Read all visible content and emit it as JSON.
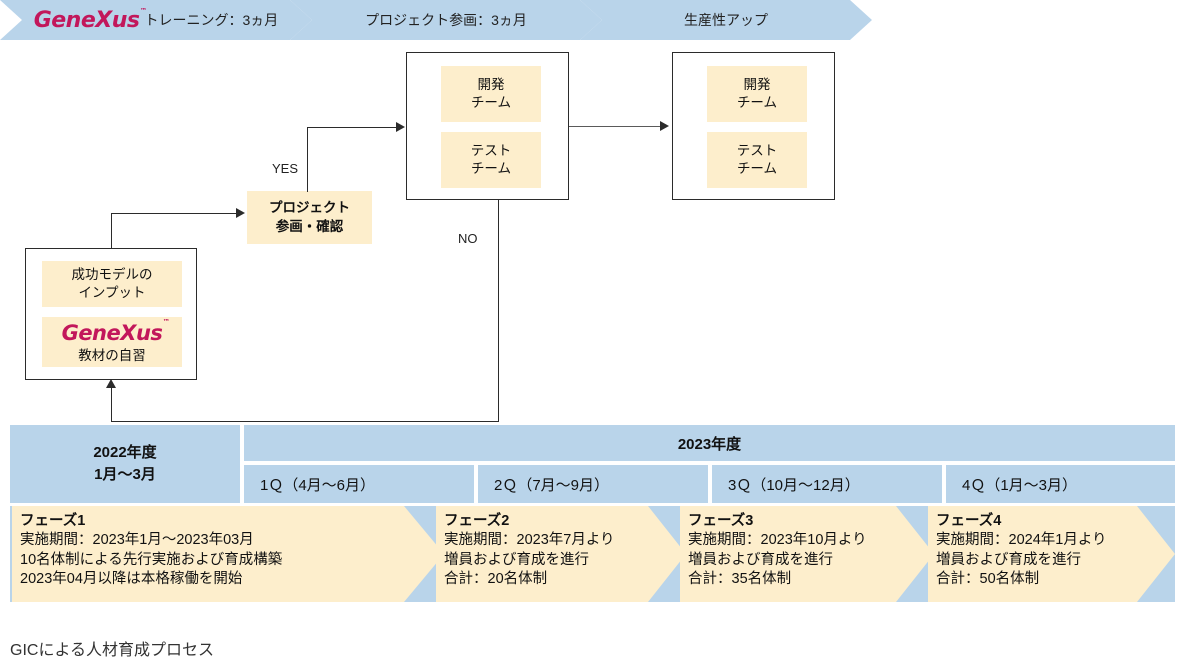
{
  "banner": {
    "steps": [
      {
        "logo": "GeneXus",
        "label": "トレーニング：3ヵ月"
      },
      {
        "logo": "",
        "label": "プロジェクト参画：3ヵ月"
      },
      {
        "logo": "",
        "label": "生産性アップ"
      }
    ]
  },
  "flow": {
    "input_box": {
      "success_model": "成功モデルの\nインプット",
      "success_model_l1": "成功モデルの",
      "success_model_l2": "インプット",
      "self_study_logo": "GeneXus",
      "self_study_label": "教材の自習"
    },
    "decision": {
      "line1": "プロジェクト",
      "line2": "参画・確認"
    },
    "yes_label": "YES",
    "no_label": "NO",
    "team_box_1": {
      "dev_l1": "開発",
      "dev_l2": "チーム",
      "test_l1": "テスト",
      "test_l2": "チーム"
    },
    "team_box_2": {
      "dev_l1": "開発",
      "dev_l2": "チーム",
      "test_l1": "テスト",
      "test_l2": "チーム"
    }
  },
  "timeline": {
    "year_2022": {
      "l1": "2022年度",
      "l2": "1月～3月"
    },
    "year_2023": "2023年度",
    "quarters": [
      "1Ｑ（4月～6月）",
      "2Ｑ（7月～9月）",
      "3Ｑ（10月～12月）",
      "4Ｑ（1月～3月）"
    ]
  },
  "phases": [
    {
      "title": "フェーズ1",
      "lines": [
        "実施期間：2023年1月～2023年03月",
        "10名体制による先行実施および育成構築",
        "2023年04月以降は本格稼働を開始"
      ]
    },
    {
      "title": "フェーズ2",
      "lines": [
        "実施期間：2023年7月より",
        "増員および育成を進行",
        "合計：20名体制"
      ]
    },
    {
      "title": "フェーズ3",
      "lines": [
        "実施期間：2023年10月より",
        "増員および育成を進行",
        "合計：35名体制"
      ]
    },
    {
      "title": "フェーズ4",
      "lines": [
        "実施期間：2024年1月より",
        "増員および育成を進行",
        "合計：50名体制"
      ]
    }
  ],
  "caption": "GICによる人材育成プロセス",
  "colors": {
    "banner_blue": "#b9d4ea",
    "cream": "#fdeecc",
    "genexus_crimson": "#c2175b",
    "line": "#2b2b2b"
  }
}
